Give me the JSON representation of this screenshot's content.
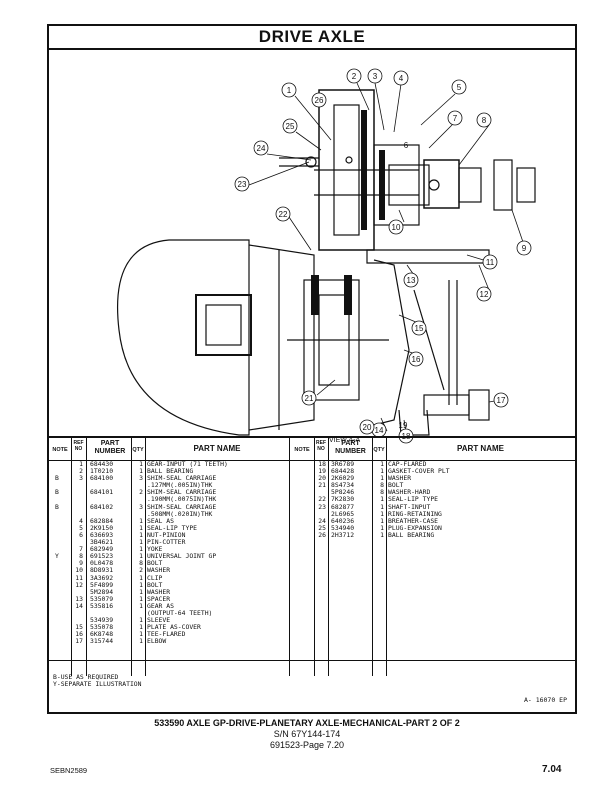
{
  "title": "DRIVE AXLE",
  "view_label": "VIEW A-A",
  "callouts": [
    "1",
    "2",
    "3",
    "4",
    "5",
    "6",
    "7",
    "8",
    "9",
    "10",
    "11",
    "12",
    "13",
    "14",
    "15",
    "16",
    "17",
    "18",
    "19",
    "20",
    "21",
    "22",
    "23",
    "24",
    "25",
    "26"
  ],
  "table": {
    "headers": {
      "note": "NOTE",
      "ref": "REF NO",
      "part": "PART NUMBER",
      "qty": "QTY",
      "name": "PART NAME"
    },
    "left_rows": [
      {
        "note": "",
        "ref": "1",
        "num": "684430",
        "qty": "1",
        "name": "GEAR-INPUT (71 TEETH)"
      },
      {
        "note": "",
        "ref": "2",
        "num": "1T0210",
        "qty": "1",
        "name": "BALL BEARING"
      },
      {
        "note": "B",
        "ref": "3",
        "num": "684100",
        "qty": "3",
        "name": "SHIM-SEAL CARRIAGE"
      },
      {
        "note": "",
        "ref": "",
        "num": "",
        "qty": "",
        "name": ".127MM(.005IN)THK"
      },
      {
        "note": "B",
        "ref": "",
        "num": "684101",
        "qty": "2",
        "name": "SHIM-SEAL CARRIAGE"
      },
      {
        "note": "",
        "ref": "",
        "num": "",
        "qty": "",
        "name": ".190MM(.0075IN)THK"
      },
      {
        "note": "B",
        "ref": "",
        "num": "684102",
        "qty": "3",
        "name": "SHIM-SEAL CARRIAGE"
      },
      {
        "note": "",
        "ref": "",
        "num": "",
        "qty": "",
        "name": ".508MM(.020IN)THK"
      },
      {
        "note": "",
        "ref": "4",
        "num": "682884",
        "qty": "1",
        "name": "SEAL AS"
      },
      {
        "note": "",
        "ref": "5",
        "num": "2K9150",
        "qty": "1",
        "name": "   SEAL-LIP TYPE"
      },
      {
        "note": "",
        "ref": "6",
        "num": "636693",
        "qty": "1",
        "name": "NUT-PINION"
      },
      {
        "note": "",
        "ref": "",
        "num": "3B4621",
        "qty": "1",
        "name": "PIN-COTTER"
      },
      {
        "note": "",
        "ref": "7",
        "num": "682949",
        "qty": "1",
        "name": "YOKE"
      },
      {
        "note": "Y",
        "ref": "8",
        "num": "691523",
        "qty": "1",
        "name": "UNIVERSAL JOINT GP"
      },
      {
        "note": "",
        "ref": "9",
        "num": "0L0478",
        "qty": "8",
        "name": "BOLT"
      },
      {
        "note": "",
        "ref": "10",
        "num": "8D8931",
        "qty": "2",
        "name": "WASHER"
      },
      {
        "note": "",
        "ref": "11",
        "num": "3A3692",
        "qty": "1",
        "name": "CLIP"
      },
      {
        "note": "",
        "ref": "12",
        "num": "5F4899",
        "qty": "1",
        "name": "BOLT"
      },
      {
        "note": "",
        "ref": "",
        "num": "5M2894",
        "qty": "1",
        "name": "WASHER"
      },
      {
        "note": "",
        "ref": "13",
        "num": "535079",
        "qty": "1",
        "name": "SPACER"
      },
      {
        "note": "",
        "ref": "14",
        "num": "535816",
        "qty": "1",
        "name": "GEAR AS"
      },
      {
        "note": "",
        "ref": "",
        "num": "",
        "qty": "",
        "name": "(OUTPUT-64 TEETH)"
      },
      {
        "note": "",
        "ref": "",
        "num": "534939",
        "qty": "1",
        "name": "   SLEEVE"
      },
      {
        "note": "",
        "ref": "15",
        "num": "535078",
        "qty": "1",
        "name": "PLATE AS-COVER"
      },
      {
        "note": "",
        "ref": "16",
        "num": "6K8748",
        "qty": "1",
        "name": "TEE-FLARED"
      },
      {
        "note": "",
        "ref": "17",
        "num": "315744",
        "qty": "1",
        "name": "ELBOW"
      }
    ],
    "right_rows": [
      {
        "note": "",
        "ref": "18",
        "num": "3R6789",
        "qty": "1",
        "name": "CAP-FLARED"
      },
      {
        "note": "",
        "ref": "19",
        "num": "684428",
        "qty": "1",
        "name": "GASKET-COVER PLT"
      },
      {
        "note": "",
        "ref": "20",
        "num": "2K6029",
        "qty": "1",
        "name": "WASHER"
      },
      {
        "note": "",
        "ref": "21",
        "num": "8S4734",
        "qty": "8",
        "name": "BOLT"
      },
      {
        "note": "",
        "ref": "",
        "num": "5P8246",
        "qty": "8",
        "name": "WASHER-HARD"
      },
      {
        "note": "",
        "ref": "22",
        "num": "7K2830",
        "qty": "1",
        "name": "SEAL-LIP TYPE"
      },
      {
        "note": "",
        "ref": "23",
        "num": "682877",
        "qty": "1",
        "name": "SHAFT-INPUT"
      },
      {
        "note": "",
        "ref": "",
        "num": "2L6965",
        "qty": "1",
        "name": "RING-RETAINING"
      },
      {
        "note": "",
        "ref": "24",
        "num": "640236",
        "qty": "1",
        "name": "BREATHER-CASE"
      },
      {
        "note": "",
        "ref": "25",
        "num": "534940",
        "qty": "1",
        "name": "PLUG-EXPANSION"
      },
      {
        "note": "",
        "ref": "26",
        "num": "2H3712",
        "qty": "1",
        "name": "BALL BEARING"
      }
    ]
  },
  "notes": [
    "B-USE AS REQUIRED",
    "Y-SEPARATE ILLUSTRATION"
  ],
  "illustration_id": "A- 16070 EP",
  "caption": {
    "line1": "533590 AXLE GP-DRIVE-PLANETARY AXLE-MECHANICAL-PART 2 OF 2",
    "line2": "S/N 67Y144-174",
    "line3": "691523-Page 7.20"
  },
  "footer": {
    "left": "SEBN2589",
    "right": "7.04"
  }
}
